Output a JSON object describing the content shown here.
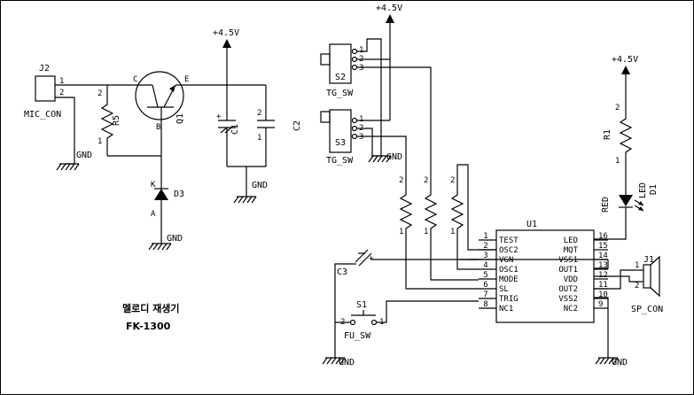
{
  "schematic": {
    "title_korean": "멜로디 재생기",
    "model": "FK-1300"
  },
  "nets": {
    "vcc": "+4.5V",
    "gnd": "GND"
  },
  "components": {
    "j2": {
      "ref": "J2",
      "name": "MIC_CON",
      "pin1": "1",
      "pin2": "2"
    },
    "q1": {
      "ref": "Q1",
      "c": "C",
      "b": "B",
      "e": "E"
    },
    "r5": {
      "ref": "R5",
      "pin1": "1",
      "pin2": "2"
    },
    "d3": {
      "ref": "D3",
      "k": "K",
      "a": "A"
    },
    "c1": {
      "ref": "C1",
      "plus": "+"
    },
    "c2": {
      "ref": "C2",
      "pin1": "1",
      "pin2": "2"
    },
    "s2": {
      "ref": "S2",
      "name": "TG_SW",
      "pins": [
        "1",
        "2",
        "3"
      ]
    },
    "s3": {
      "ref": "S3",
      "name": "TG_SW",
      "pins": [
        "1",
        "2",
        "3"
      ]
    },
    "r1": {
      "ref": "R1",
      "pin1": "1",
      "pin2": "2"
    },
    "d1": {
      "ref": "D1",
      "name": "LED",
      "color": "RED"
    },
    "c3": {
      "ref": "C3",
      "plus": "+"
    },
    "s1": {
      "ref": "S1",
      "name": "FU_SW",
      "pin1": "1",
      "pin2": "2"
    },
    "j1": {
      "ref": "J1",
      "name": "SP_CON",
      "pin1": "1",
      "pin2": "2"
    },
    "res_pins": {
      "top": "2",
      "bottom": "1"
    },
    "u1": {
      "ref": "U1",
      "left_pins": [
        {
          "num": "1",
          "name": "TEST"
        },
        {
          "num": "2",
          "name": "OSC2"
        },
        {
          "num": "3",
          "name": "VGN"
        },
        {
          "num": "4",
          "name": "OSC1"
        },
        {
          "num": "5",
          "name": "MODE"
        },
        {
          "num": "6",
          "name": "SL"
        },
        {
          "num": "7",
          "name": "TRIG"
        },
        {
          "num": "8",
          "name": "NC1"
        }
      ],
      "right_pins": [
        {
          "num": "16",
          "name": "LED"
        },
        {
          "num": "15",
          "name": "MQT"
        },
        {
          "num": "14",
          "name": "VSS1"
        },
        {
          "num": "13",
          "name": "OUT1"
        },
        {
          "num": "12",
          "name": "VDD"
        },
        {
          "num": "11",
          "name": "OUT2"
        },
        {
          "num": "10",
          "name": "VSS2"
        },
        {
          "num": "9",
          "name": "NC2"
        }
      ]
    }
  }
}
